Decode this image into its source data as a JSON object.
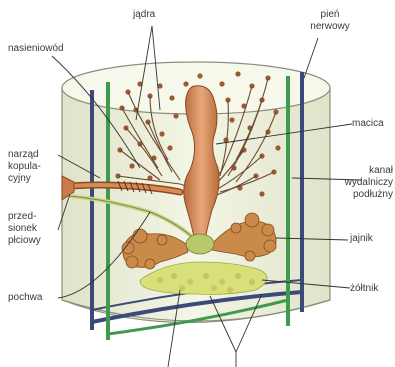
{
  "labels": {
    "jadra": "jądra",
    "pien_nerwowy": [
      "pień",
      "nerwowy"
    ],
    "nasieniowod": "nasieniowód",
    "macica": "macica",
    "narzad_kopulacyjny": [
      "narząd",
      "kopula-",
      "cyjny"
    ],
    "kanal_wydalniczy": [
      "kanał",
      "wydalniczy",
      "podłużny"
    ],
    "przedsionek": [
      "przed-",
      "sionek",
      "płciowy"
    ],
    "jajnik": "jajnik",
    "pochwa": "pochwa",
    "zoltnik": "żółtnik"
  },
  "colors": {
    "body_fill": "#eef1d8",
    "body_outline": "#8a8f7c",
    "nerve": "#3b4a7a",
    "excretory": "#3e9a4c",
    "uterus": "#d88a55",
    "ovary": "#c98a4a",
    "vitellarium": "#d8e07a",
    "testis": "#9b5a32",
    "duct": "#6b4a2e",
    "leader": "#333333"
  }
}
